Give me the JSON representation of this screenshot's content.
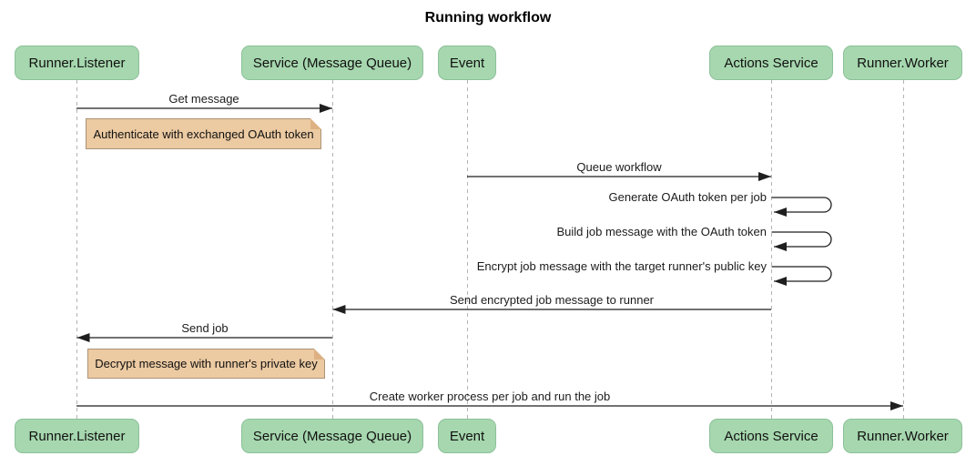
{
  "title": "Running workflow",
  "actors": [
    {
      "label": "Runner.Listener"
    },
    {
      "label": "Service (Message Queue)"
    },
    {
      "label": "Event"
    },
    {
      "label": "Actions Service"
    },
    {
      "label": "Runner.Worker"
    }
  ],
  "messages": [
    {
      "label": "Get message",
      "from": "Runner.Listener",
      "to": "Service (Message Queue)"
    },
    {
      "label": "Queue workflow",
      "from": "Event",
      "to": "Actions Service"
    },
    {
      "label": "Generate OAuth token per job",
      "from": "Actions Service",
      "to": "Actions Service"
    },
    {
      "label": "Build job message with the OAuth token",
      "from": "Actions Service",
      "to": "Actions Service"
    },
    {
      "label": "Encrypt job message with the target runner's public key",
      "from": "Actions Service",
      "to": "Actions Service"
    },
    {
      "label": "Send encrypted job message to runner",
      "from": "Actions Service",
      "to": "Service (Message Queue)"
    },
    {
      "label": "Send job",
      "from": "Service (Message Queue)",
      "to": "Runner.Listener"
    },
    {
      "label": "Create worker process per job and run the job",
      "from": "Runner.Listener",
      "to": "Runner.Worker"
    }
  ],
  "notes": [
    {
      "text": "Authenticate with exchanged OAuth token",
      "over": "Runner.Listener"
    },
    {
      "text": "Decrypt message with runner's private key",
      "over": "Runner.Listener"
    }
  ],
  "colors": {
    "actor_fill": "#a6d7ae",
    "actor_border": "#8cc09a",
    "note_fill": "#eccaa2",
    "note_border": "#ab9376",
    "note_fold": "#ddb183",
    "message_line": "#1f1f1f",
    "lifeline": "#b3b3b3",
    "text": "#1b1b1b",
    "background": "#ffffff"
  }
}
